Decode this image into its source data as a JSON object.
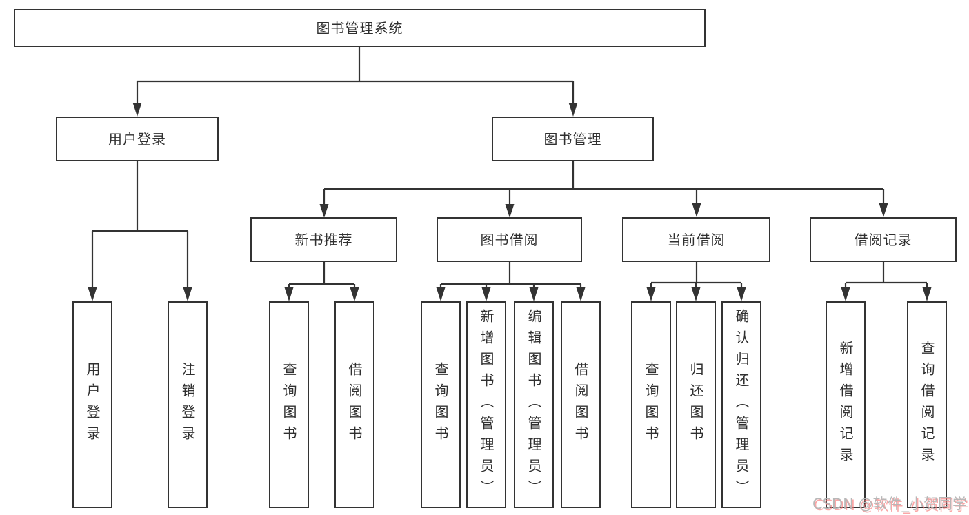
{
  "diagram": {
    "colors": {
      "background": "#ffffff",
      "line": "#333333",
      "text": "#303030"
    },
    "root": {
      "label": "图书管理系统"
    },
    "level2": [
      {
        "label": "用户登录"
      },
      {
        "label": "图书管理"
      }
    ],
    "level3": [
      {
        "label": "新书推荐"
      },
      {
        "label": "图书借阅"
      },
      {
        "label": "当前借阅"
      },
      {
        "label": "借阅记录"
      }
    ],
    "leaves": [
      {
        "label": "用户登录"
      },
      {
        "label": "注销登录"
      },
      {
        "label": "查询图书"
      },
      {
        "label": "借阅图书"
      },
      {
        "label": "查询图书"
      },
      {
        "label": "新增图书（管理员）"
      },
      {
        "label": "编辑图书（管理员）"
      },
      {
        "label": "借阅图书"
      },
      {
        "label": "查询图书"
      },
      {
        "label": "归还图书"
      },
      {
        "label": "确认归还（管理员）"
      },
      {
        "label": "新增借阅记录"
      },
      {
        "label": "查询借阅记录"
      }
    ]
  },
  "watermark": {
    "text": "CSDN @软件_小贺同学"
  }
}
